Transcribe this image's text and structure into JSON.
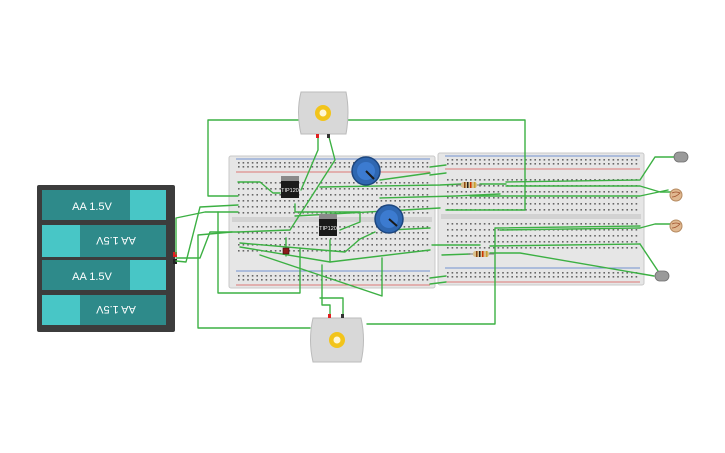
{
  "battery_pack": {
    "cells": [
      {
        "label": "AA 1.5V",
        "flipped": false
      },
      {
        "label": "AA 1.5V",
        "flipped": true
      },
      {
        "label": "AA 1.5V",
        "flipped": false
      },
      {
        "label": "AA 1.5V",
        "flipped": true
      }
    ]
  },
  "transistors": [
    {
      "label": "TIP120"
    },
    {
      "label": "TIP120"
    }
  ],
  "colors": {
    "wire": "#3cb043",
    "breadboard": "#e6e6e6",
    "breadboard_edge": "#c8c8c8",
    "hole": "#666666",
    "rail_red": "#d9534f",
    "rail_blue": "#4a74c9",
    "battery_body": "#3c3c3c",
    "battery_cell": "#2e8a8a",
    "battery_cap": "#48c6c6",
    "pot_body": "#2f67b1",
    "motor_body": "#d8d8d8",
    "motor_gear": "#f2c41b",
    "resistor": "#d9c08a",
    "ldr": "#e0b890",
    "led_body": "#9a9a9a",
    "transistor_body": "#1a1a1a"
  },
  "components": {
    "motors": [
      "dc-motor",
      "dc-motor"
    ],
    "potentiometers": [
      "potentiometer",
      "potentiometer"
    ],
    "resistors": [
      "resistor",
      "resistor"
    ],
    "photoresistors": [
      "photoresistor",
      "photoresistor"
    ],
    "leds": [
      "led",
      "led"
    ]
  }
}
